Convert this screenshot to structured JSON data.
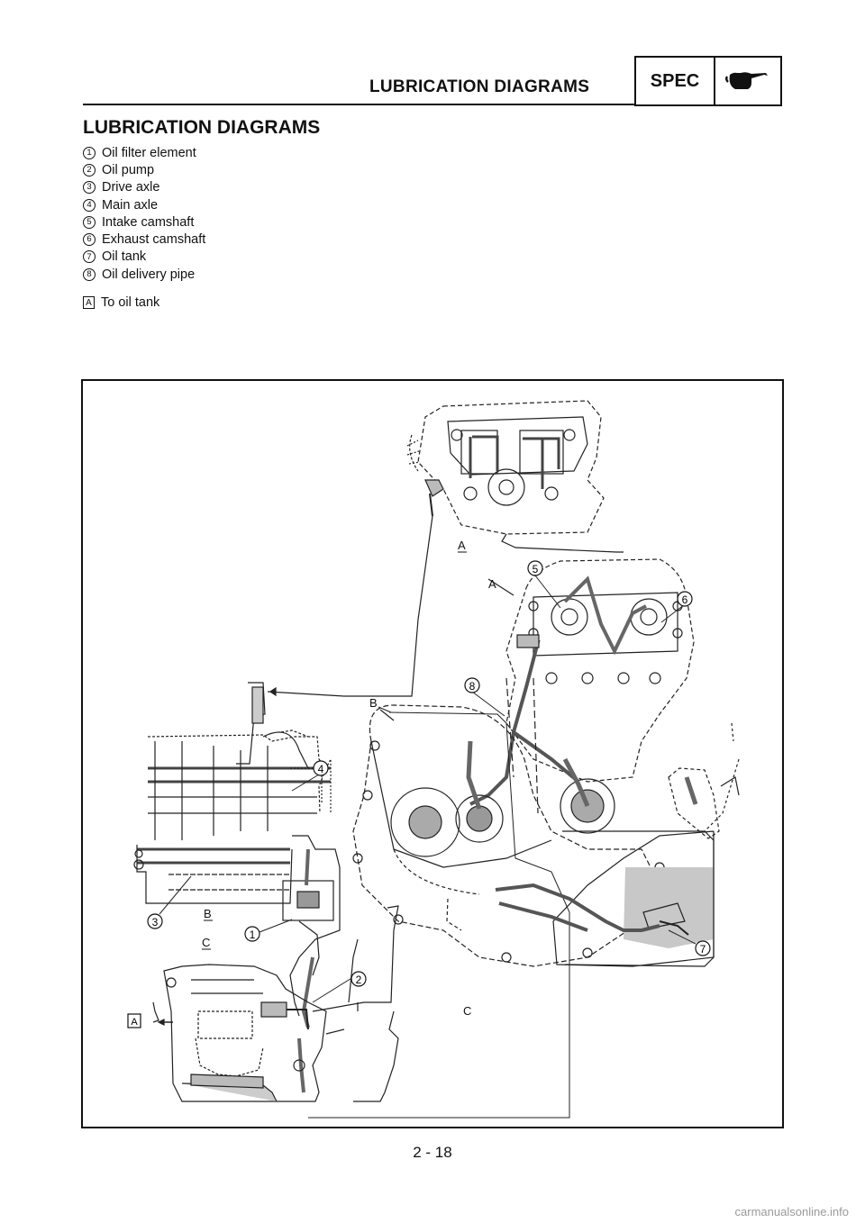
{
  "header": {
    "title": "LUBRICATION DIAGRAMS",
    "spec_label": "SPEC"
  },
  "page_heading": "LUBRICATION DIAGRAMS",
  "legend": [
    {
      "num": "1",
      "text": "Oil filter element"
    },
    {
      "num": "2",
      "text": "Oil pump"
    },
    {
      "num": "3",
      "text": "Drive axle"
    },
    {
      "num": "4",
      "text": "Main axle"
    },
    {
      "num": "5",
      "text": "Intake camshaft"
    },
    {
      "num": "6",
      "text": "Exhaust camshaft"
    },
    {
      "num": "7",
      "text": "Oil tank"
    },
    {
      "num": "8",
      "text": "Oil delivery pipe"
    }
  ],
  "note": {
    "letter": "A",
    "text": "To oil tank"
  },
  "diagram": {
    "labels": {
      "a1": "A",
      "a2": "A",
      "b1": "B",
      "b2": "B",
      "c1": "C",
      "c2": "C",
      "a_boxed": "A",
      "n1": "1",
      "n2": "2",
      "n3": "3",
      "n4": "4",
      "n5": "5",
      "n6": "6",
      "n7": "7",
      "n8": "8"
    }
  },
  "footer": {
    "page_number": "2 - 18"
  },
  "watermark": "carmanualsonline.info"
}
